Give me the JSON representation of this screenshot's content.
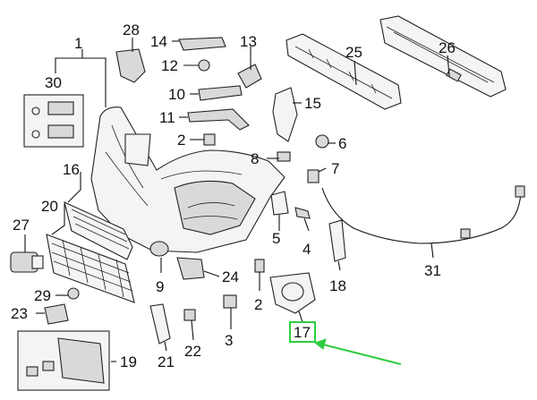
{
  "diagram": {
    "callouts": {
      "c1": "1",
      "c2": "2",
      "c2b": "2",
      "c3": "3",
      "c4": "4",
      "c5": "5",
      "c6": "6",
      "c7": "7",
      "c8": "8",
      "c9": "9",
      "c10": "10",
      "c11": "11",
      "c12": "12",
      "c13": "13",
      "c14": "14",
      "c15": "15",
      "c16": "16",
      "c17": "17",
      "c18": "18",
      "c19": "19",
      "c20": "20",
      "c21": "21",
      "c22": "22",
      "c23": "23",
      "c24": "24",
      "c25": "25",
      "c26": "26",
      "c27": "27",
      "c28": "28",
      "c29": "29",
      "c30": "30",
      "c31": "31"
    },
    "highlight": {
      "target": "17",
      "color": "#2ecc40"
    }
  }
}
